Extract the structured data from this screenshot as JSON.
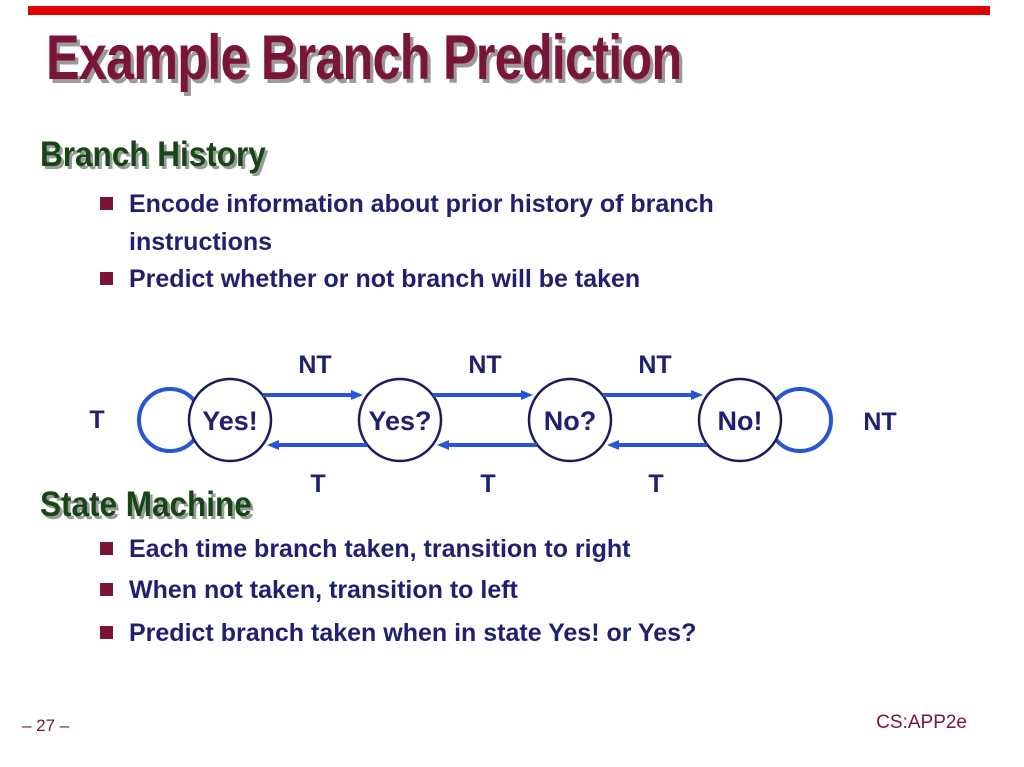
{
  "slide": {
    "title": "Example Branch Prediction",
    "colors": {
      "accent_bar": "#e10000",
      "title_text": "#7a1535",
      "heading_text": "#164616",
      "body_text": "#1f2170",
      "bullet_marker": "#7a1535",
      "edge_blue": "#2656d4",
      "node_stroke": "#1b1b5e",
      "shadow_gray": "#9a9a9a"
    },
    "sections": [
      {
        "heading": "Branch History",
        "bullets": [
          "Encode information about prior history of branch instructions",
          "Predict whether or not branch will be taken"
        ]
      },
      {
        "heading": "State Machine",
        "bullets": [
          "Each time branch taken, transition to right",
          "When not taken, transition to left",
          "Predict branch taken when in state Yes! or Yes?"
        ]
      }
    ],
    "diagram": {
      "states": [
        "Yes!",
        "Yes?",
        "No?",
        "No!"
      ],
      "top_edge_labels": [
        "NT",
        "NT",
        "NT"
      ],
      "bottom_edge_labels": [
        "T",
        "T",
        "T"
      ],
      "left_self_loop_label": "T",
      "right_self_loop_label": "NT"
    },
    "footer": {
      "page_number": "– 27 –",
      "course": "CS:APP2e"
    }
  }
}
